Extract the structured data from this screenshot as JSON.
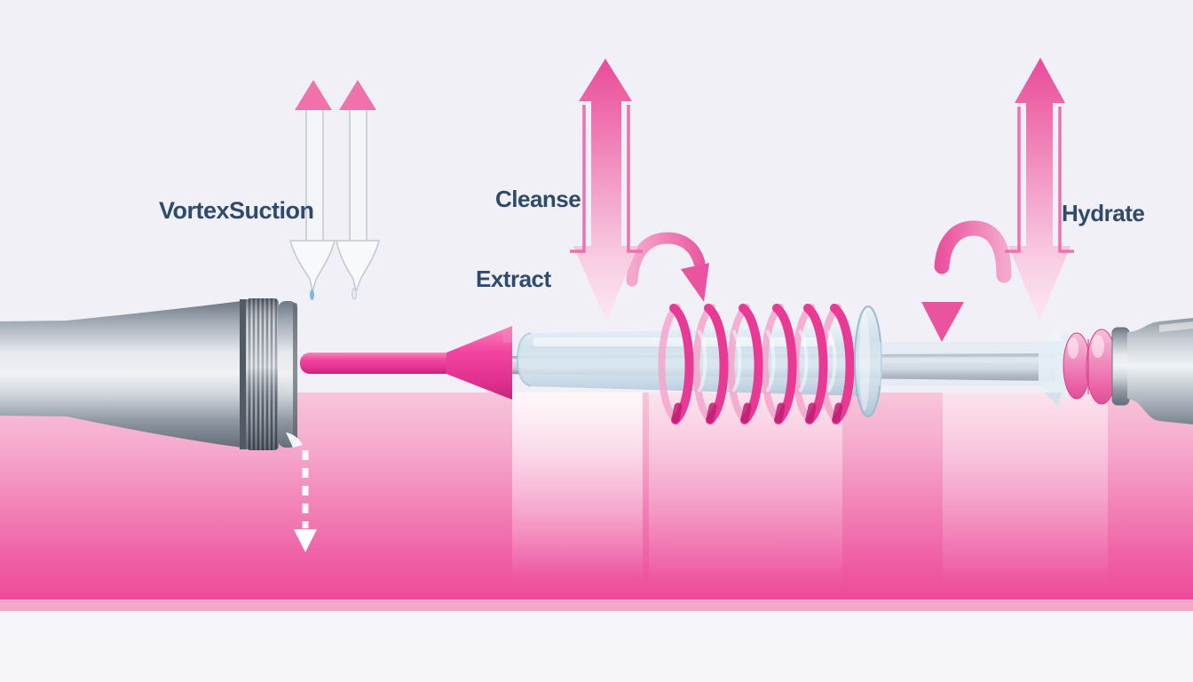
{
  "labels": {
    "vortex_suction": "VortexSuction",
    "cleanse": "Cleanse",
    "extract": "Extract",
    "hydrate": "Hydrate"
  },
  "colors": {
    "background": "#f1f0f6",
    "label_text": "#2e4a6c",
    "arrow_pink": "#ec5f9f",
    "arrow_pale_pink": "#fbeaf3",
    "coil_pink_front": "#e83a95",
    "coil_pink_back": "#f4a6cc",
    "device_tip_pink": "#f2409f",
    "skin_gradient_top": "#f8c6da",
    "skin_gradient_bottom": "#ed4c9b",
    "skin_strip": "#f3a8ca",
    "lower_band": "#f6f5fa",
    "metal_highlight": "#eff1f3",
    "metal_shadow": "#646d79",
    "glass_tint": "#cfe0ec",
    "dashed_arrow": "#ffffff",
    "droplet_blue": "#7fb7da"
  }
}
